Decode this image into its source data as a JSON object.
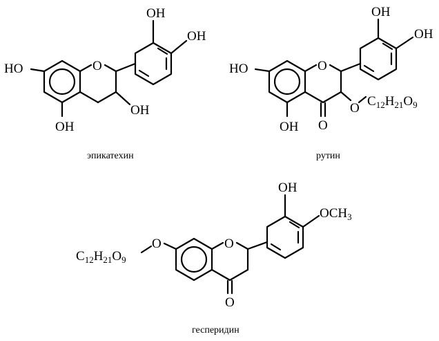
{
  "molecules": [
    {
      "name": "эпикатехин",
      "labels": {
        "ho_left": "HO",
        "oh_top_left": "OH",
        "oh_top_right": "OH",
        "ring_o": "O",
        "oh_c3": "OH",
        "oh_bottom": "OH"
      }
    },
    {
      "name": "рутин",
      "labels": {
        "ho_left": "HO",
        "oh_top_left": "OH",
        "oh_top_right": "OH",
        "ring_o": "O",
        "ether_o": "O",
        "sugar_c": "C",
        "sugar_c_n": "12",
        "sugar_h": "H",
        "sugar_h_n": "21",
        "sugar_o": "O",
        "sugar_o_n": "9",
        "oh_bottom": "OH",
        "carbonyl_o": "O"
      }
    },
    {
      "name": "гесперидин",
      "labels": {
        "oh_top": "OH",
        "methoxy": "OCH",
        "methoxy_n": "3",
        "ring_o": "O",
        "ether_o": "O",
        "sugar_c": "C",
        "sugar_c_n": "12",
        "sugar_h": "H",
        "sugar_h_n": "21",
        "sugar_o": "O",
        "sugar_o_n": "9",
        "carbonyl_o": "O"
      }
    }
  ]
}
